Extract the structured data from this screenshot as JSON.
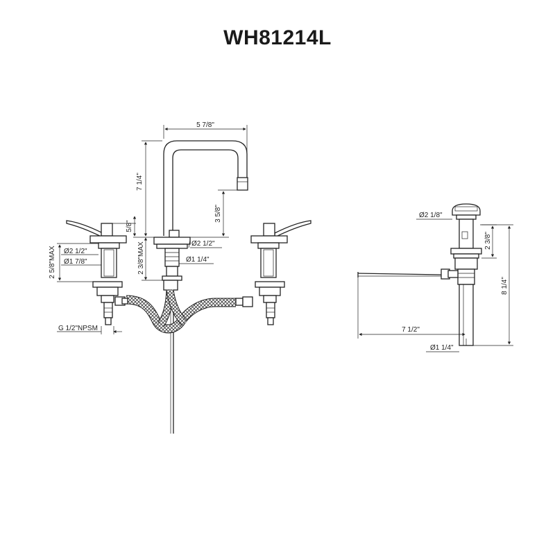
{
  "title": "WH81214L",
  "dims": {
    "spout_width": "5 7/8\"",
    "spout_height": "7 1/4\"",
    "spout_reach": "3 5/8\"",
    "handle_offset": "5/8\"",
    "spout_base_dia": "Ø2 1/2\"",
    "spout_shank_dia": "Ø1 1/4\"",
    "spout_max": "2 3/8\"MAX",
    "handle_base_dia": "Ø2 1/2\"",
    "handle_shank_dia": "Ø1 7/8\"",
    "handle_max": "2 5/8\"MAX",
    "thread": "G 1/2\"NPSM",
    "drain_cap_dia": "Ø2 1/8\"",
    "drain_cap_h": "2 3/8\"",
    "drain_total_h": "8 1/4\"",
    "drain_rod": "7 1/2\"",
    "drain_tail_dia": "Ø1 1/4\""
  }
}
